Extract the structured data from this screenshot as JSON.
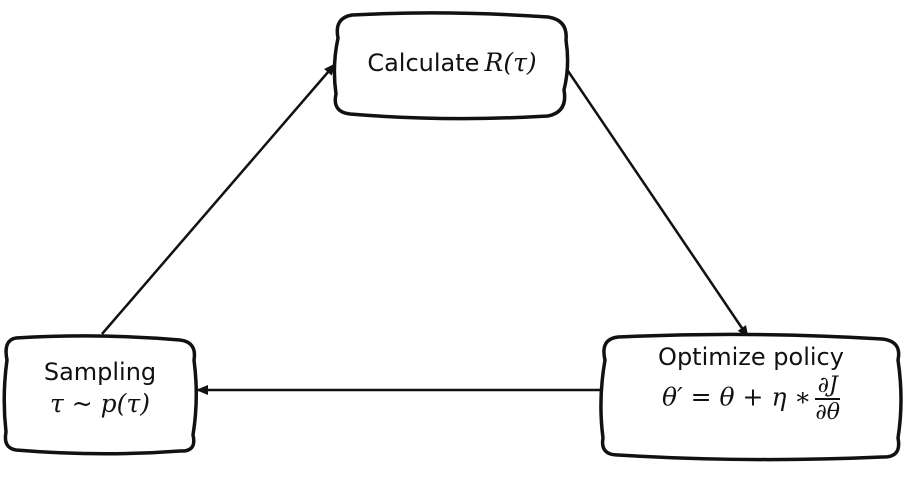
{
  "nodes": {
    "calculate": {
      "title": "Calculate",
      "formula": "R(τ)"
    },
    "optimize": {
      "title": "Optimize policy",
      "lhs": "θ′ = θ + η ∗",
      "frac_num": "∂J",
      "frac_den": "∂θ"
    },
    "sampling": {
      "title": "Sampling",
      "formula": "τ ~ p(τ)"
    }
  },
  "edges": [
    {
      "from": "sampling",
      "to": "calculate"
    },
    {
      "from": "calculate",
      "to": "optimize"
    },
    {
      "from": "optimize",
      "to": "sampling"
    }
  ],
  "colors": {
    "stroke": "#111111",
    "fill": "#ffffff"
  }
}
